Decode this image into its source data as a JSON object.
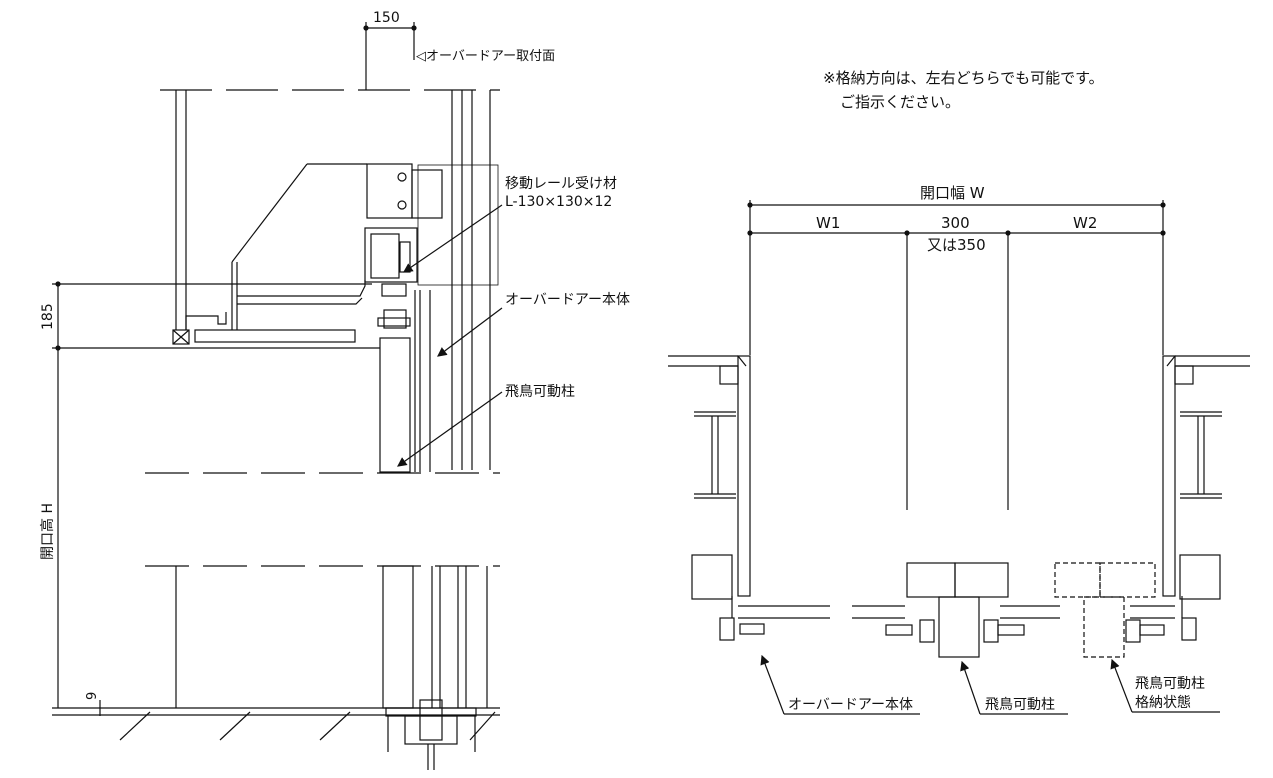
{
  "section": {
    "dim_top": "150",
    "mount_face": "◁オーバードアー取付面",
    "rail_label": "移動レール受け材",
    "rail_spec": "L-130×130×12",
    "door_body": "オーバードアー本体",
    "post": "飛鳥可動柱",
    "dim_185": "185",
    "opening_height": "開口高 H",
    "dim_9": "9"
  },
  "plan": {
    "note_line1": "※格納方向は、左右どちらでも可能です。",
    "note_line2": "ご指示ください。",
    "opening_width": "開口幅 W",
    "w1": "W1",
    "w_mid": "300",
    "w_mid_alt": "又は350",
    "w2": "W2",
    "door_body": "オーバードアー本体",
    "post": "飛鳥可動柱",
    "post_stored_1": "飛鳥可動柱",
    "post_stored_2": "格納状態"
  }
}
